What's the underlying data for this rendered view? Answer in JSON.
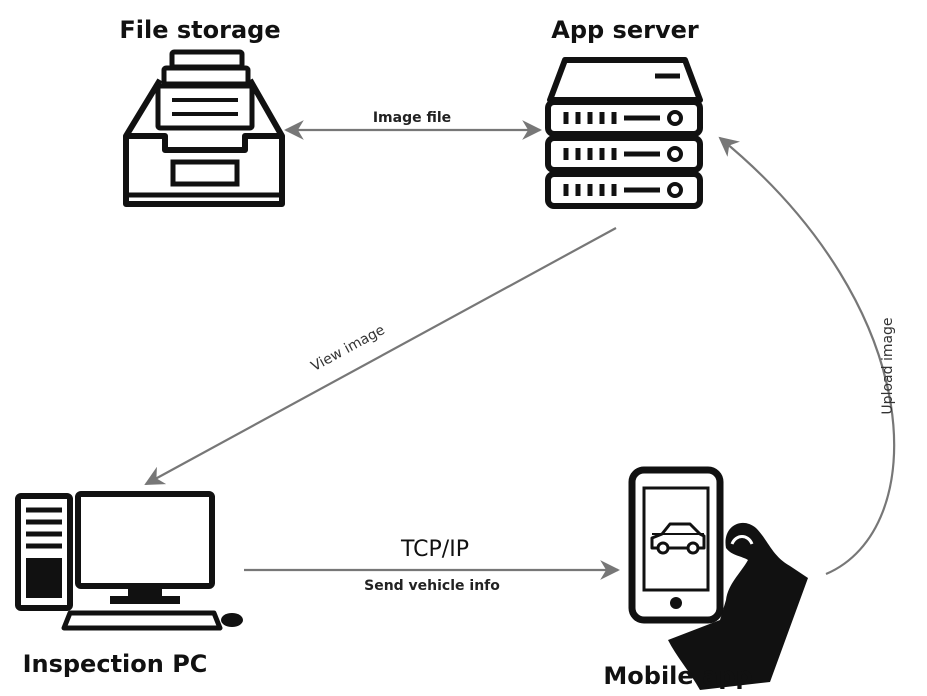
{
  "nodes": {
    "file_storage": {
      "label": "File storage",
      "icon": "file-cabinet-icon"
    },
    "app_server": {
      "label": "App server",
      "icon": "server-rack-icon"
    },
    "inspection_pc": {
      "label": "Inspection PC",
      "icon": "desktop-computer-icon"
    },
    "mobile_app": {
      "label": "Mobile app",
      "icon": "smartphone-hand-icon"
    }
  },
  "edges": {
    "image_file": {
      "label": "Image file"
    },
    "view_image": {
      "label": "View image"
    },
    "upload_image": {
      "label": "Upload image"
    },
    "tcp_ip": {
      "protocol": "TCP/IP",
      "label": "Send vehicle info"
    }
  },
  "colors": {
    "ink": "#111111",
    "arrow": "#777777",
    "background": "#ffffff"
  }
}
